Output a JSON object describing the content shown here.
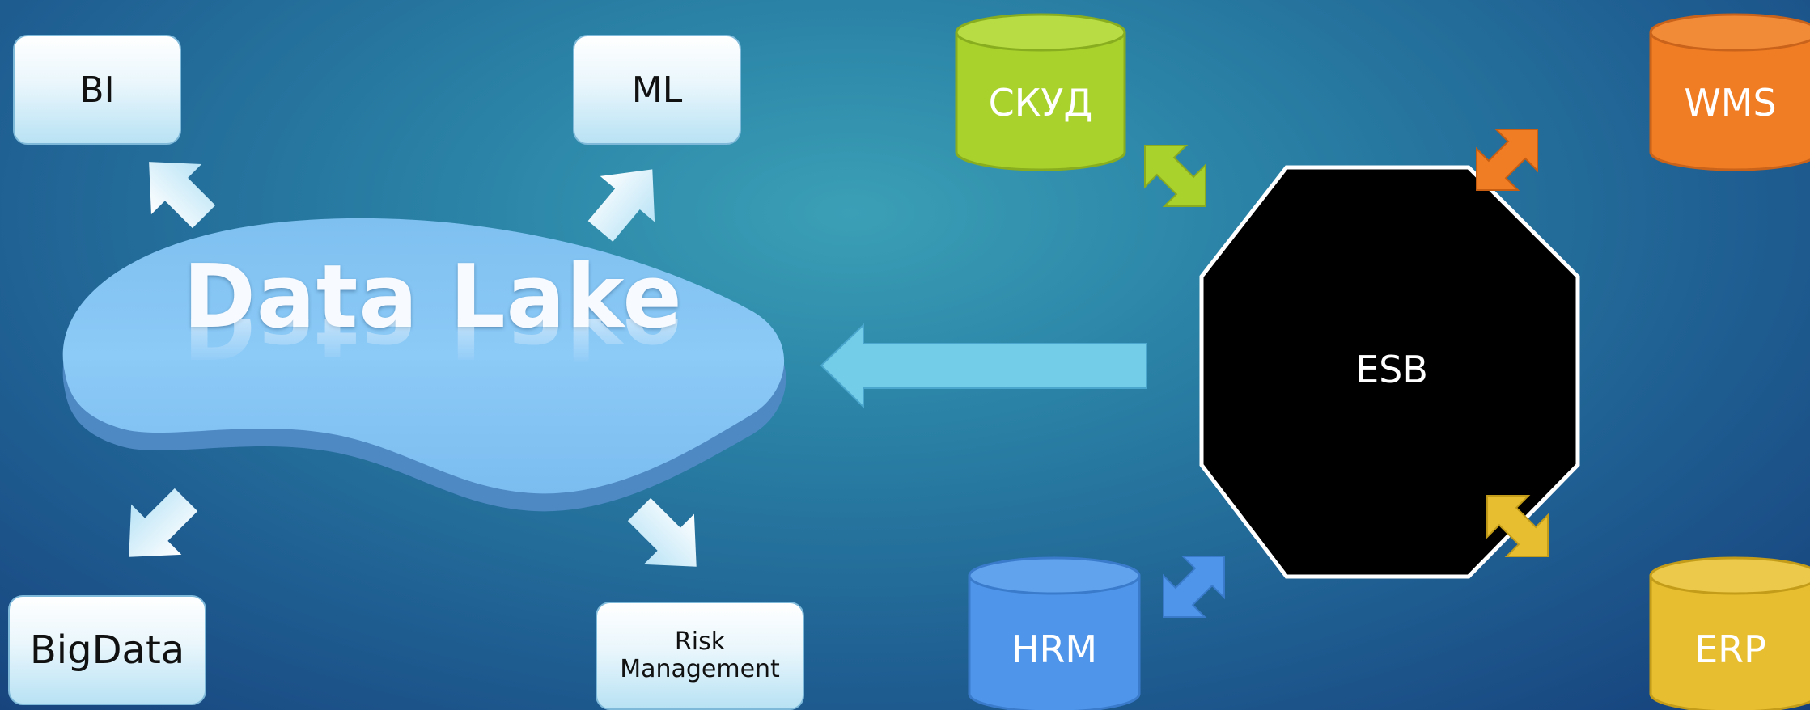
{
  "diagram": {
    "targets": {
      "bi": "BI",
      "ml": "ML",
      "bigdata": "BigData",
      "risk_line1": "Risk",
      "risk_line2": "Management"
    },
    "lake": {
      "label": "Data Lake",
      "color": "#8ccaf4"
    },
    "hub": {
      "label": "ESB",
      "color": "#000000"
    },
    "sources": {
      "skud": {
        "label": "СКУД",
        "color": "#a9d22d"
      },
      "wms": {
        "label": "WMS",
        "color": "#f07c23"
      },
      "hrm": {
        "label": "HRM",
        "color": "#4f96ea"
      },
      "erp": {
        "label": "ERP",
        "color": "#e7be2f"
      }
    },
    "flow_arrow_color": "#74cde8"
  }
}
